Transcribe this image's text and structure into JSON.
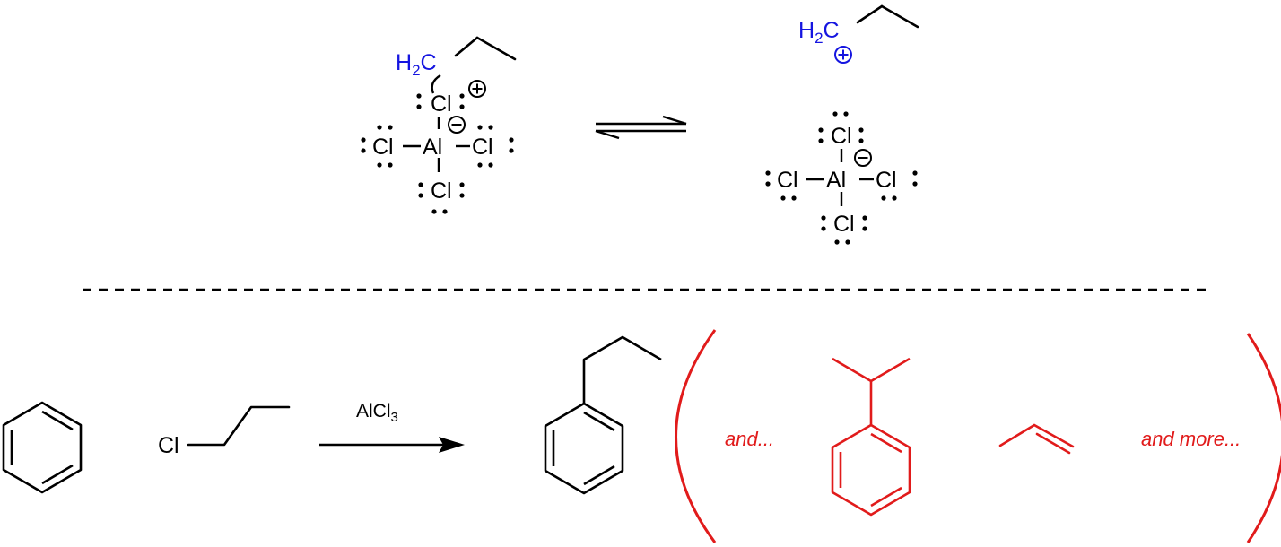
{
  "colors": {
    "black": "#000000",
    "blue": "#1515e0",
    "red": "#e11b1b"
  },
  "complex": {
    "h2": "H",
    "h2_sub": "2",
    "c": "C",
    "cl_top": "Cl",
    "cl_left": "Cl",
    "al": "Al",
    "cl_right": "Cl",
    "cl_bottom": "Cl"
  },
  "cation": {
    "h2": "H",
    "h2_sub": "2",
    "c": "C"
  },
  "anion": {
    "cl_top": "Cl",
    "cl_left": "Cl",
    "al": "Al",
    "cl_right": "Cl",
    "cl_bottom": "Cl"
  },
  "reaction": {
    "reagent_cl": "Cl",
    "catalyst_main": "AlCl",
    "catalyst_sub": "3",
    "and_text": "and...",
    "and_more_text": "and more..."
  }
}
